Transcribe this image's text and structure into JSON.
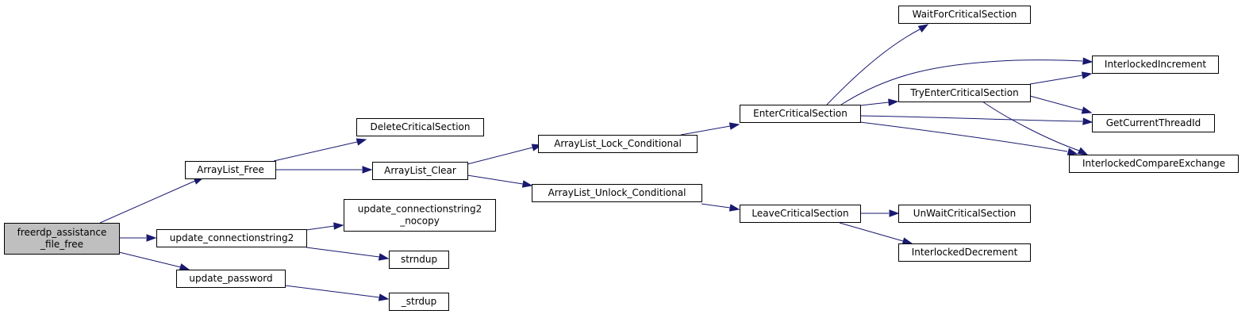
{
  "diagram": {
    "nodes": [
      {
        "id": "n0",
        "lines": [
          "freerdp_assistance",
          "_file_free"
        ],
        "root": true
      },
      {
        "id": "n1",
        "lines": [
          "ArrayList_Free"
        ]
      },
      {
        "id": "n2",
        "lines": [
          "update_connectionstring2"
        ]
      },
      {
        "id": "n3",
        "lines": [
          "update_password"
        ]
      },
      {
        "id": "n4",
        "lines": [
          "DeleteCriticalSection"
        ]
      },
      {
        "id": "n5",
        "lines": [
          "ArrayList_Clear"
        ]
      },
      {
        "id": "n6",
        "lines": [
          "update_connectionstring2",
          "_nocopy"
        ]
      },
      {
        "id": "n7",
        "lines": [
          "strndup"
        ]
      },
      {
        "id": "n8",
        "lines": [
          "_strdup"
        ]
      },
      {
        "id": "n9",
        "lines": [
          "ArrayList_Lock_Conditional"
        ]
      },
      {
        "id": "n10",
        "lines": [
          "ArrayList_Unlock_Conditional"
        ]
      },
      {
        "id": "n11",
        "lines": [
          "EnterCriticalSection"
        ]
      },
      {
        "id": "n12",
        "lines": [
          "LeaveCriticalSection"
        ]
      },
      {
        "id": "n13",
        "lines": [
          "WaitForCriticalSection"
        ]
      },
      {
        "id": "n14",
        "lines": [
          "TryEnterCriticalSection"
        ]
      },
      {
        "id": "n15",
        "lines": [
          "UnWaitCriticalSection"
        ]
      },
      {
        "id": "n16",
        "lines": [
          "InterlockedDecrement"
        ]
      },
      {
        "id": "n17",
        "lines": [
          "InterlockedIncrement"
        ]
      },
      {
        "id": "n18",
        "lines": [
          "GetCurrentThreadId"
        ]
      },
      {
        "id": "n19",
        "lines": [
          "InterlockedCompareExchange"
        ]
      }
    ],
    "edges": [
      {
        "from": "n0",
        "to": "n1"
      },
      {
        "from": "n0",
        "to": "n2"
      },
      {
        "from": "n0",
        "to": "n3"
      },
      {
        "from": "n1",
        "to": "n4"
      },
      {
        "from": "n1",
        "to": "n5"
      },
      {
        "from": "n2",
        "to": "n6"
      },
      {
        "from": "n2",
        "to": "n7"
      },
      {
        "from": "n3",
        "to": "n8"
      },
      {
        "from": "n5",
        "to": "n9"
      },
      {
        "from": "n5",
        "to": "n10"
      },
      {
        "from": "n9",
        "to": "n11"
      },
      {
        "from": "n10",
        "to": "n12"
      },
      {
        "from": "n11",
        "to": "n13"
      },
      {
        "from": "n11",
        "to": "n17"
      },
      {
        "from": "n11",
        "to": "n14"
      },
      {
        "from": "n11",
        "to": "n18"
      },
      {
        "from": "n11",
        "to": "n19"
      },
      {
        "from": "n14",
        "to": "n17"
      },
      {
        "from": "n14",
        "to": "n18"
      },
      {
        "from": "n14",
        "to": "n19"
      },
      {
        "from": "n12",
        "to": "n15"
      },
      {
        "from": "n12",
        "to": "n16"
      }
    ]
  }
}
